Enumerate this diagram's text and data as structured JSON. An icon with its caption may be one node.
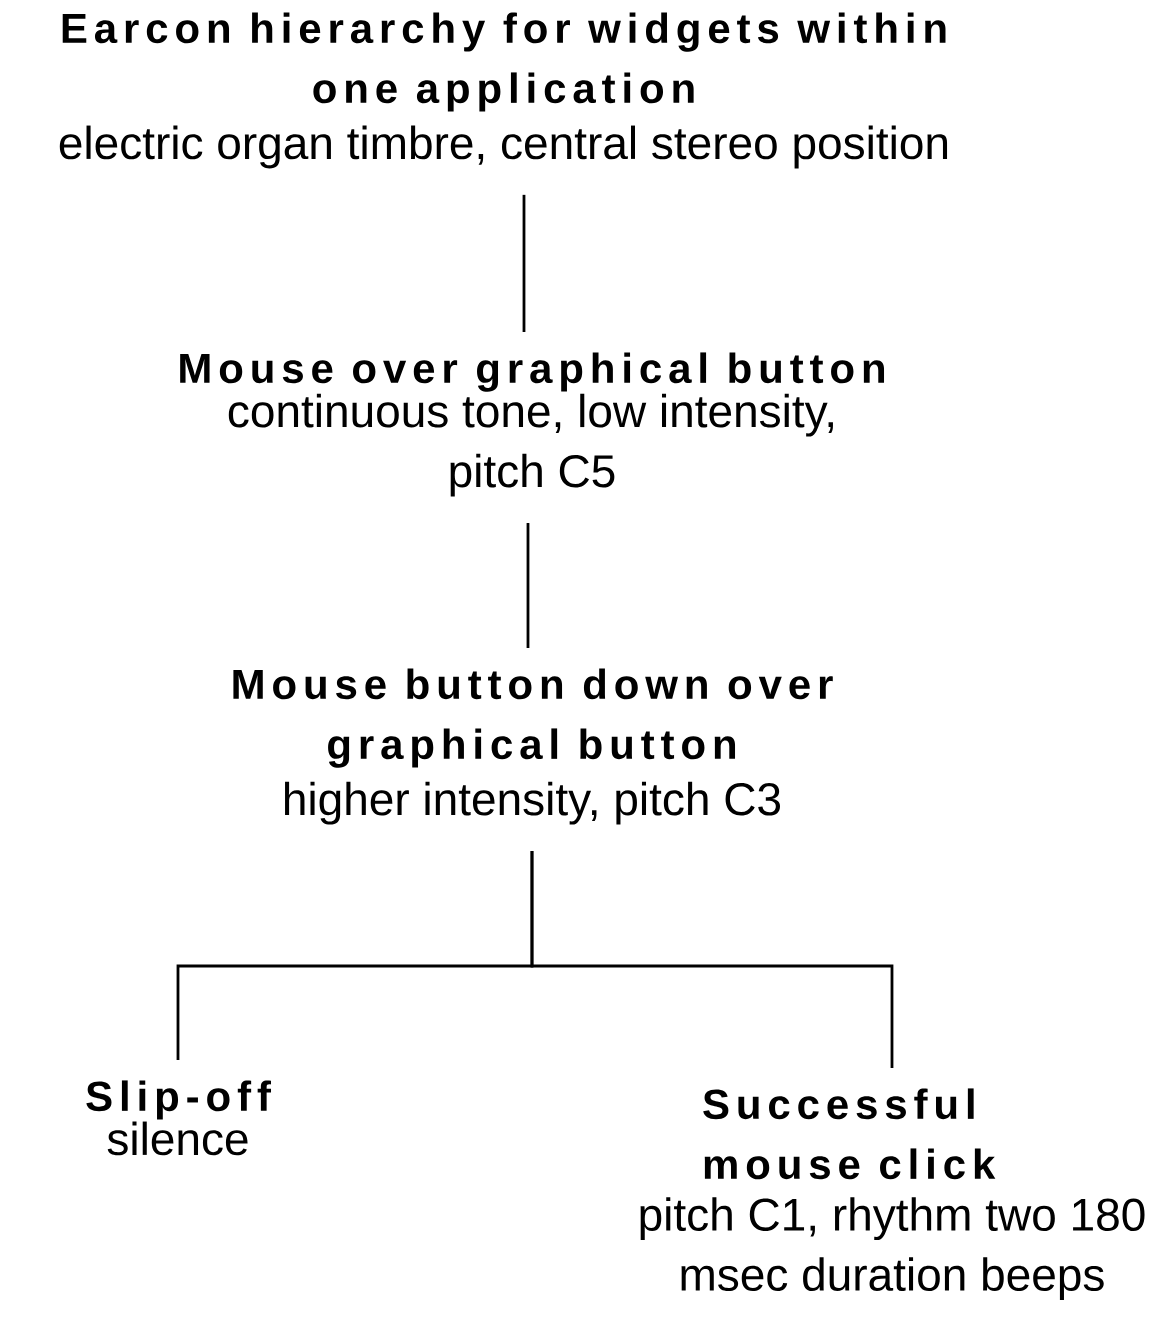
{
  "diagram": {
    "nodes": [
      {
        "text": [
          "Earcon hierarchy for widgets within one application",
          "electric organ timbre, central stereo position"
        ]
      },
      {
        "text": [
          "Mouse over graphical button",
          "continuous tone, low intensity, pitch C5"
        ]
      },
      {
        "text": [
          "Mouse button down over graphical button",
          "higher intensity, pitch C3"
        ]
      },
      {
        "text": [
          "Slip-off",
          "silence"
        ]
      },
      {
        "text": [
          "Successful mouse click",
          "pitch C1, rhythm two 180 msec duration beeps"
        ]
      }
    ],
    "edges": [
      {
        "from": 0,
        "to": 1,
        "arrow": "none"
      },
      {
        "from": 1,
        "to": 2,
        "arrow": "none"
      },
      {
        "from": 2,
        "to": 3,
        "arrow": "none"
      },
      {
        "from": 2,
        "to": 4,
        "arrow": "none"
      }
    ]
  }
}
